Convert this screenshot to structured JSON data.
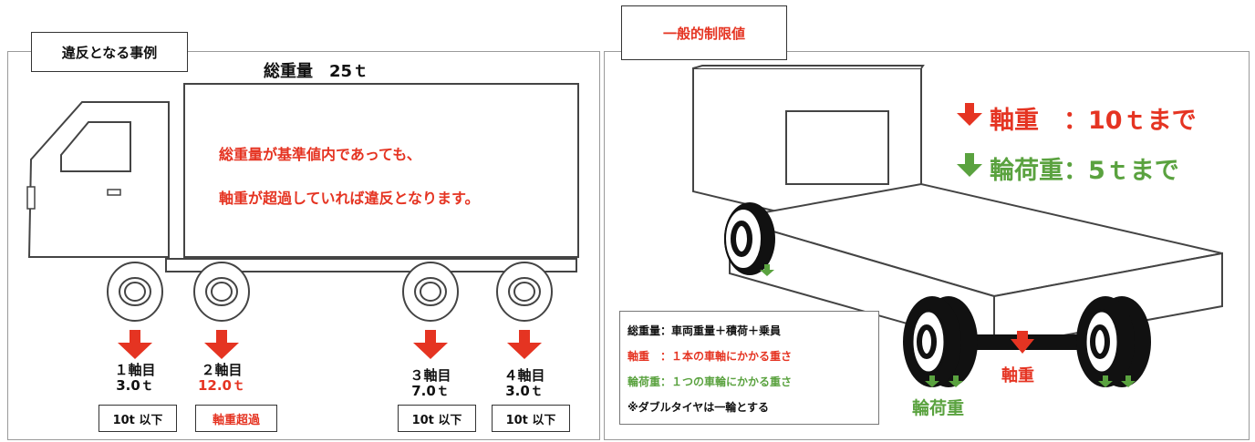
{
  "colors": {
    "red": "#e53422",
    "green": "#5aa23f",
    "text": "#111111"
  },
  "left_panel": {
    "tag": "違反となる事例",
    "total_weight": "総重量　25ｔ",
    "message_line1": "総重量が基準値内であっても、",
    "message_line2": "軸重が超過していれば違反となります。",
    "axles": [
      {
        "name": "１軸目",
        "weight": "3.0ｔ",
        "badge": "10t 以下",
        "exceeded": false
      },
      {
        "name": "２軸目",
        "weight": "12.0ｔ",
        "badge": "軸重超過",
        "exceeded": true
      },
      {
        "name": "３軸目",
        "weight": "7.0ｔ",
        "badge": "10t 以下",
        "exceeded": false
      },
      {
        "name": "４軸目",
        "weight": "3.0ｔ",
        "badge": "10t 以下",
        "exceeded": false
      }
    ]
  },
  "right_panel": {
    "tag": "一般的制限値",
    "axle_limit": "軸重　：10ｔまで",
    "wheel_limit": "輪荷重：5ｔまで",
    "axle_label": "軸重",
    "wheel_label": "輪荷重",
    "legend": {
      "line1": "総重量：車両重量＋積荷＋乗員",
      "line2": "軸重　：１本の車軸にかかる重さ",
      "line3": "輪荷重：１つの車輪にかかる重さ",
      "line4": "※ダブルタイヤは一輪とする"
    }
  }
}
